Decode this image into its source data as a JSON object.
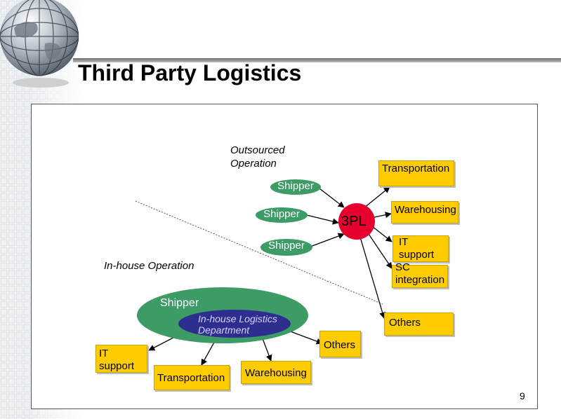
{
  "title": "Third Party Logistics",
  "labels": {
    "outsourced": "Outsourced Operation",
    "inhouse_op": "In-house Operation",
    "inhouse_dept": "In-house Logistics Department",
    "threepl": "3PL",
    "shipper": "Shipper"
  },
  "outsourced_boxes": {
    "transportation": "Transportation",
    "warehousing": "Warehousing",
    "it_support": "IT support",
    "sc_integration": "SC integration",
    "others": "Others"
  },
  "inhouse_boxes": {
    "it_support": "IT support",
    "transportation": "Transportation",
    "warehousing": "Warehousing",
    "others": "Others"
  },
  "page_number": "9",
  "colors": {
    "box_fill": "#ffcc00",
    "shipper_green": "#3d9b66",
    "threepl_red": "#e6002e",
    "dept_blue": "#2e2e8f"
  }
}
